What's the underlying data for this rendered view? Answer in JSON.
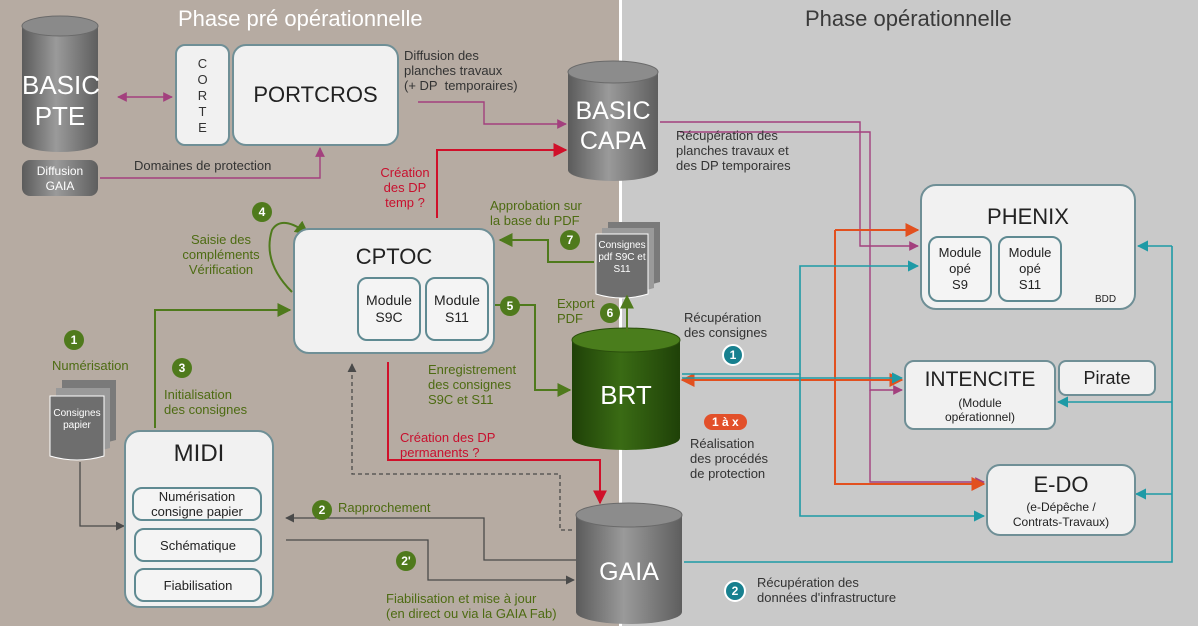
{
  "phases": {
    "left": "Phase pré opérationnelle",
    "right": "Phase opérationnelle"
  },
  "nodes": {
    "basic_pte": "BASIC\nPTE",
    "diffusion_gaia": "Diffusion\nGAIA",
    "corte": [
      "C",
      "O",
      "R",
      "T",
      "E"
    ],
    "portcros": "PORTCROS",
    "basic_capa": "BASIC\nCAPA",
    "cptoc": "CPTOC",
    "cptoc_s9c": "Module\nS9C",
    "cptoc_s11": "Module\nS11",
    "midi": "MIDI",
    "midi_items": [
      "Numérisation\nconsigne papier",
      "Schématique",
      "Fiabilisation"
    ],
    "consignes_papier": "Consignes\npapier",
    "consignes_pdf": "Consignes\npdf S9C et\nS11",
    "brt": "BRT",
    "gaia": "GAIA",
    "phenix": "PHENIX",
    "phenix_s9": "Module\nopé\nS9",
    "phenix_s11": "Module\nopé\nS11",
    "bdd": "BDD",
    "intencite": "INTENCITE",
    "intencite_sub": "(Module\nopérationnel)",
    "pirate": "Pirate",
    "edo": "E-DO",
    "edo_sub": "(e-Dépêche /\nContrats-Travaux)"
  },
  "labels": {
    "diffusion_planches": "Diffusion des\nplanches travaux\n(+ DP  temporaires)",
    "domaines": "Domaines de protection",
    "recup_planches": "Récupération des\nplanches travaux et\ndes DP temporaires",
    "creation_temp": "Création\ndes DP\ntemp ?",
    "approbation": "Approbation sur\nla base du PDF",
    "saisie": "Saisie des\ncompléments\nVérification",
    "export_pdf": "Export\nPDF",
    "recup_consignes": "Récupération\ndes consignes",
    "numerisation": "Numérisation",
    "initialisation": "Initialisation\ndes consignes",
    "enregistrement": "Enregistrement\ndes consignes\nS9C et S11",
    "creation_perm": "Création des DP\npermanents ?",
    "realisation": "Réalisation\ndes procédés\nde protection",
    "rapprochement": "Rapprochement",
    "fiabilisation_maj": "Fiabilisation et mise à jour\n(en direct ou via la GAIA Fab)",
    "recup_infra": "Récupération des\ndonnées d'infrastructure",
    "one_to_x": "1 à x"
  },
  "markers": {
    "n1": "1",
    "n3": "3",
    "n4": "4",
    "n5": "5",
    "n6": "6",
    "n7": "7",
    "n2": "2",
    "n2p": "2'",
    "t1": "1",
    "t2": "2"
  },
  "colors": {
    "purple": "#a3407e",
    "red": "#d0102a",
    "green": "#4f7a1c",
    "orange": "#e2501f",
    "teal": "#1e9aa6",
    "dark": "#4a4a4a",
    "brt_green": "#2f5a0e"
  }
}
